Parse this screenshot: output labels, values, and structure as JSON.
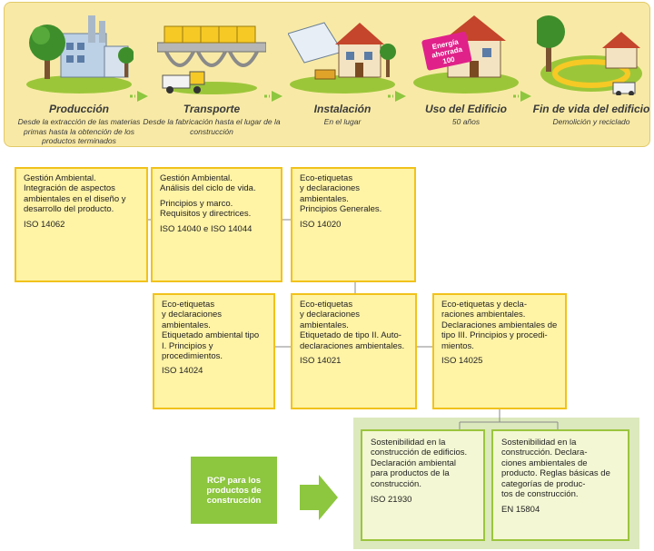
{
  "lifecycle": {
    "stages": [
      {
        "title": "Producción",
        "subtitle": "Desde la extracción de las materias primas hasta la obtención de los productos terminados"
      },
      {
        "title": "Transporte",
        "subtitle": "Desde la fabricación hasta el lugar de la construcción"
      },
      {
        "title": "Instalación",
        "subtitle": "En el lugar"
      },
      {
        "title": "Uso del Edificio",
        "subtitle": "50 años"
      },
      {
        "title": "Fin de vida del edificio",
        "subtitle": "Demolición y reciclado"
      }
    ],
    "illustration_text": {
      "line1": "Energía",
      "line2": "ahorrada",
      "line3": "100"
    }
  },
  "standards": {
    "iso14062": {
      "text": "Gestión Ambiental.\nIntegración de aspectos ambientales en el diseño y desarrollo del producto.",
      "code": "ISO 14062"
    },
    "iso14040": {
      "text1": "Gestión Ambiental.\nAnálisis del ciclo de vida.",
      "text2": "Principios y marco.\nRequisitos y directrices.",
      "code": "ISO 14040 e ISO 14044"
    },
    "iso14020": {
      "text": "Eco-etiquetas\ny declaraciones ambientales.\nPrincipios Generales.",
      "code": "ISO 14020"
    },
    "iso14024": {
      "text": "Eco-etiquetas\ny declaraciones ambientales.\nEtiquetado ambiental tipo I. Principios y procedimientos.",
      "code": "ISO 14024"
    },
    "iso14021": {
      "text": "Eco-etiquetas\ny declaraciones ambientales.\nEtiquetado de tipo II. Auto-declaraciones ambientales.",
      "code": "ISO 14021"
    },
    "iso14025": {
      "text": "Eco-etiquetas y decla-\nraciones ambientales.\nDeclaraciones ambientales de tipo III. Principios y procedi-\nmientos.",
      "code": "ISO 14025"
    },
    "iso21930": {
      "text": "Sostenibilidad en la construcción de edificios. Declaración ambiental para productos de la construcción.",
      "code": "ISO 21930"
    },
    "en15804": {
      "text": "Sostenibilidad en la construcción. Declara-\nciones ambientales de producto. Reglas básicas de categorías de produc-\ntos de construcción.",
      "code": "EN 15804"
    }
  },
  "rcp": {
    "label": "RCP para los productos de construcción"
  },
  "colors": {
    "box_fill": "#fff3a6",
    "box_border": "#f1c21b",
    "green": "#8dc63f",
    "green_border": "#9bc53d",
    "green_panel": "#dce9bd",
    "banner": "#f8eaa6"
  }
}
